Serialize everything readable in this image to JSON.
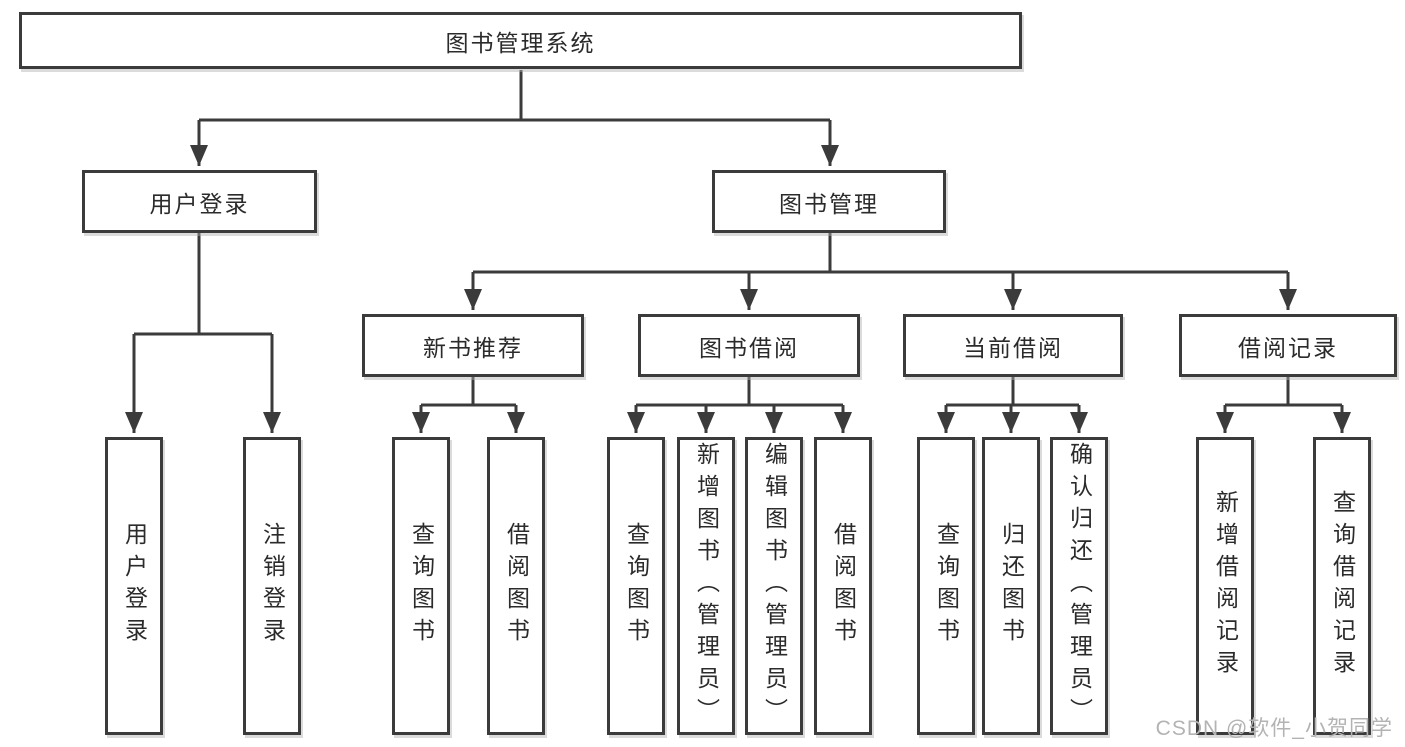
{
  "diagram_type": "org-tree-function-structure",
  "colors": {
    "line": "#3b3b3b",
    "text": "#2b2b2b",
    "box_fill": "#ffffff",
    "watermark": "#b3b3b3",
    "background": "#ffffff"
  },
  "tree": {
    "root": "图书管理系统",
    "branches": [
      {
        "label": "用户登录",
        "children": [
          "用户登录",
          "注销登录"
        ]
      },
      {
        "label": "图书管理",
        "sections": [
          {
            "label": "新书推荐",
            "children": [
              "查询图书",
              "借阅图书"
            ]
          },
          {
            "label": "图书借阅",
            "children": [
              "查询图书",
              "新增图书（管理员）",
              "编辑图书（管理员）",
              "借阅图书"
            ]
          },
          {
            "label": "当前借阅",
            "children": [
              "查询图书",
              "归还图书",
              "确认归还（管理员）"
            ]
          },
          {
            "label": "借阅记录",
            "children": [
              "新增借阅记录",
              "查询借阅记录"
            ]
          }
        ]
      }
    ]
  },
  "watermark": {
    "text": "CSDN @软件_小贺同学"
  }
}
